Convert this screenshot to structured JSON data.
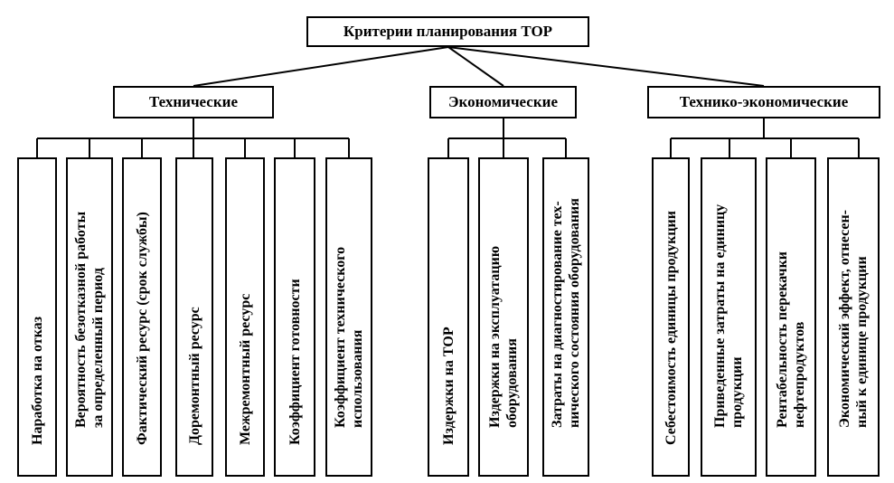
{
  "root": {
    "label": "Критерии планирования ТОР"
  },
  "groups": [
    {
      "label": "Технические",
      "criteria": [
        [
          "Наработка на отказ"
        ],
        [
          "Вероятность безотказной работы",
          "за определенный период"
        ],
        [
          "Фактический ресурс (срок службы)"
        ],
        [
          "Доремонтный ресурс"
        ],
        [
          "Межремонтный ресурс"
        ],
        [
          "Коэффициент готовности"
        ],
        [
          "Коэффициент технического",
          "использования"
        ]
      ]
    },
    {
      "label": "Экономические",
      "criteria": [
        [
          "Издержки на ТОР"
        ],
        [
          "Издержки на эксплуатацию",
          "оборудования"
        ],
        [
          "Затраты на диагностирование тех-",
          "нического состояния оборудования"
        ]
      ]
    },
    {
      "label": "Технико-экономические",
      "criteria": [
        [
          "Себестоимость единицы продукции"
        ],
        [
          "Приведенные затраты на единицу",
          "продукции"
        ],
        [
          "Рентабельность перекачки",
          "нефтепродуктов"
        ],
        [
          "Экономический эффект, отнесен-",
          "ный к единице продукции"
        ]
      ]
    }
  ]
}
